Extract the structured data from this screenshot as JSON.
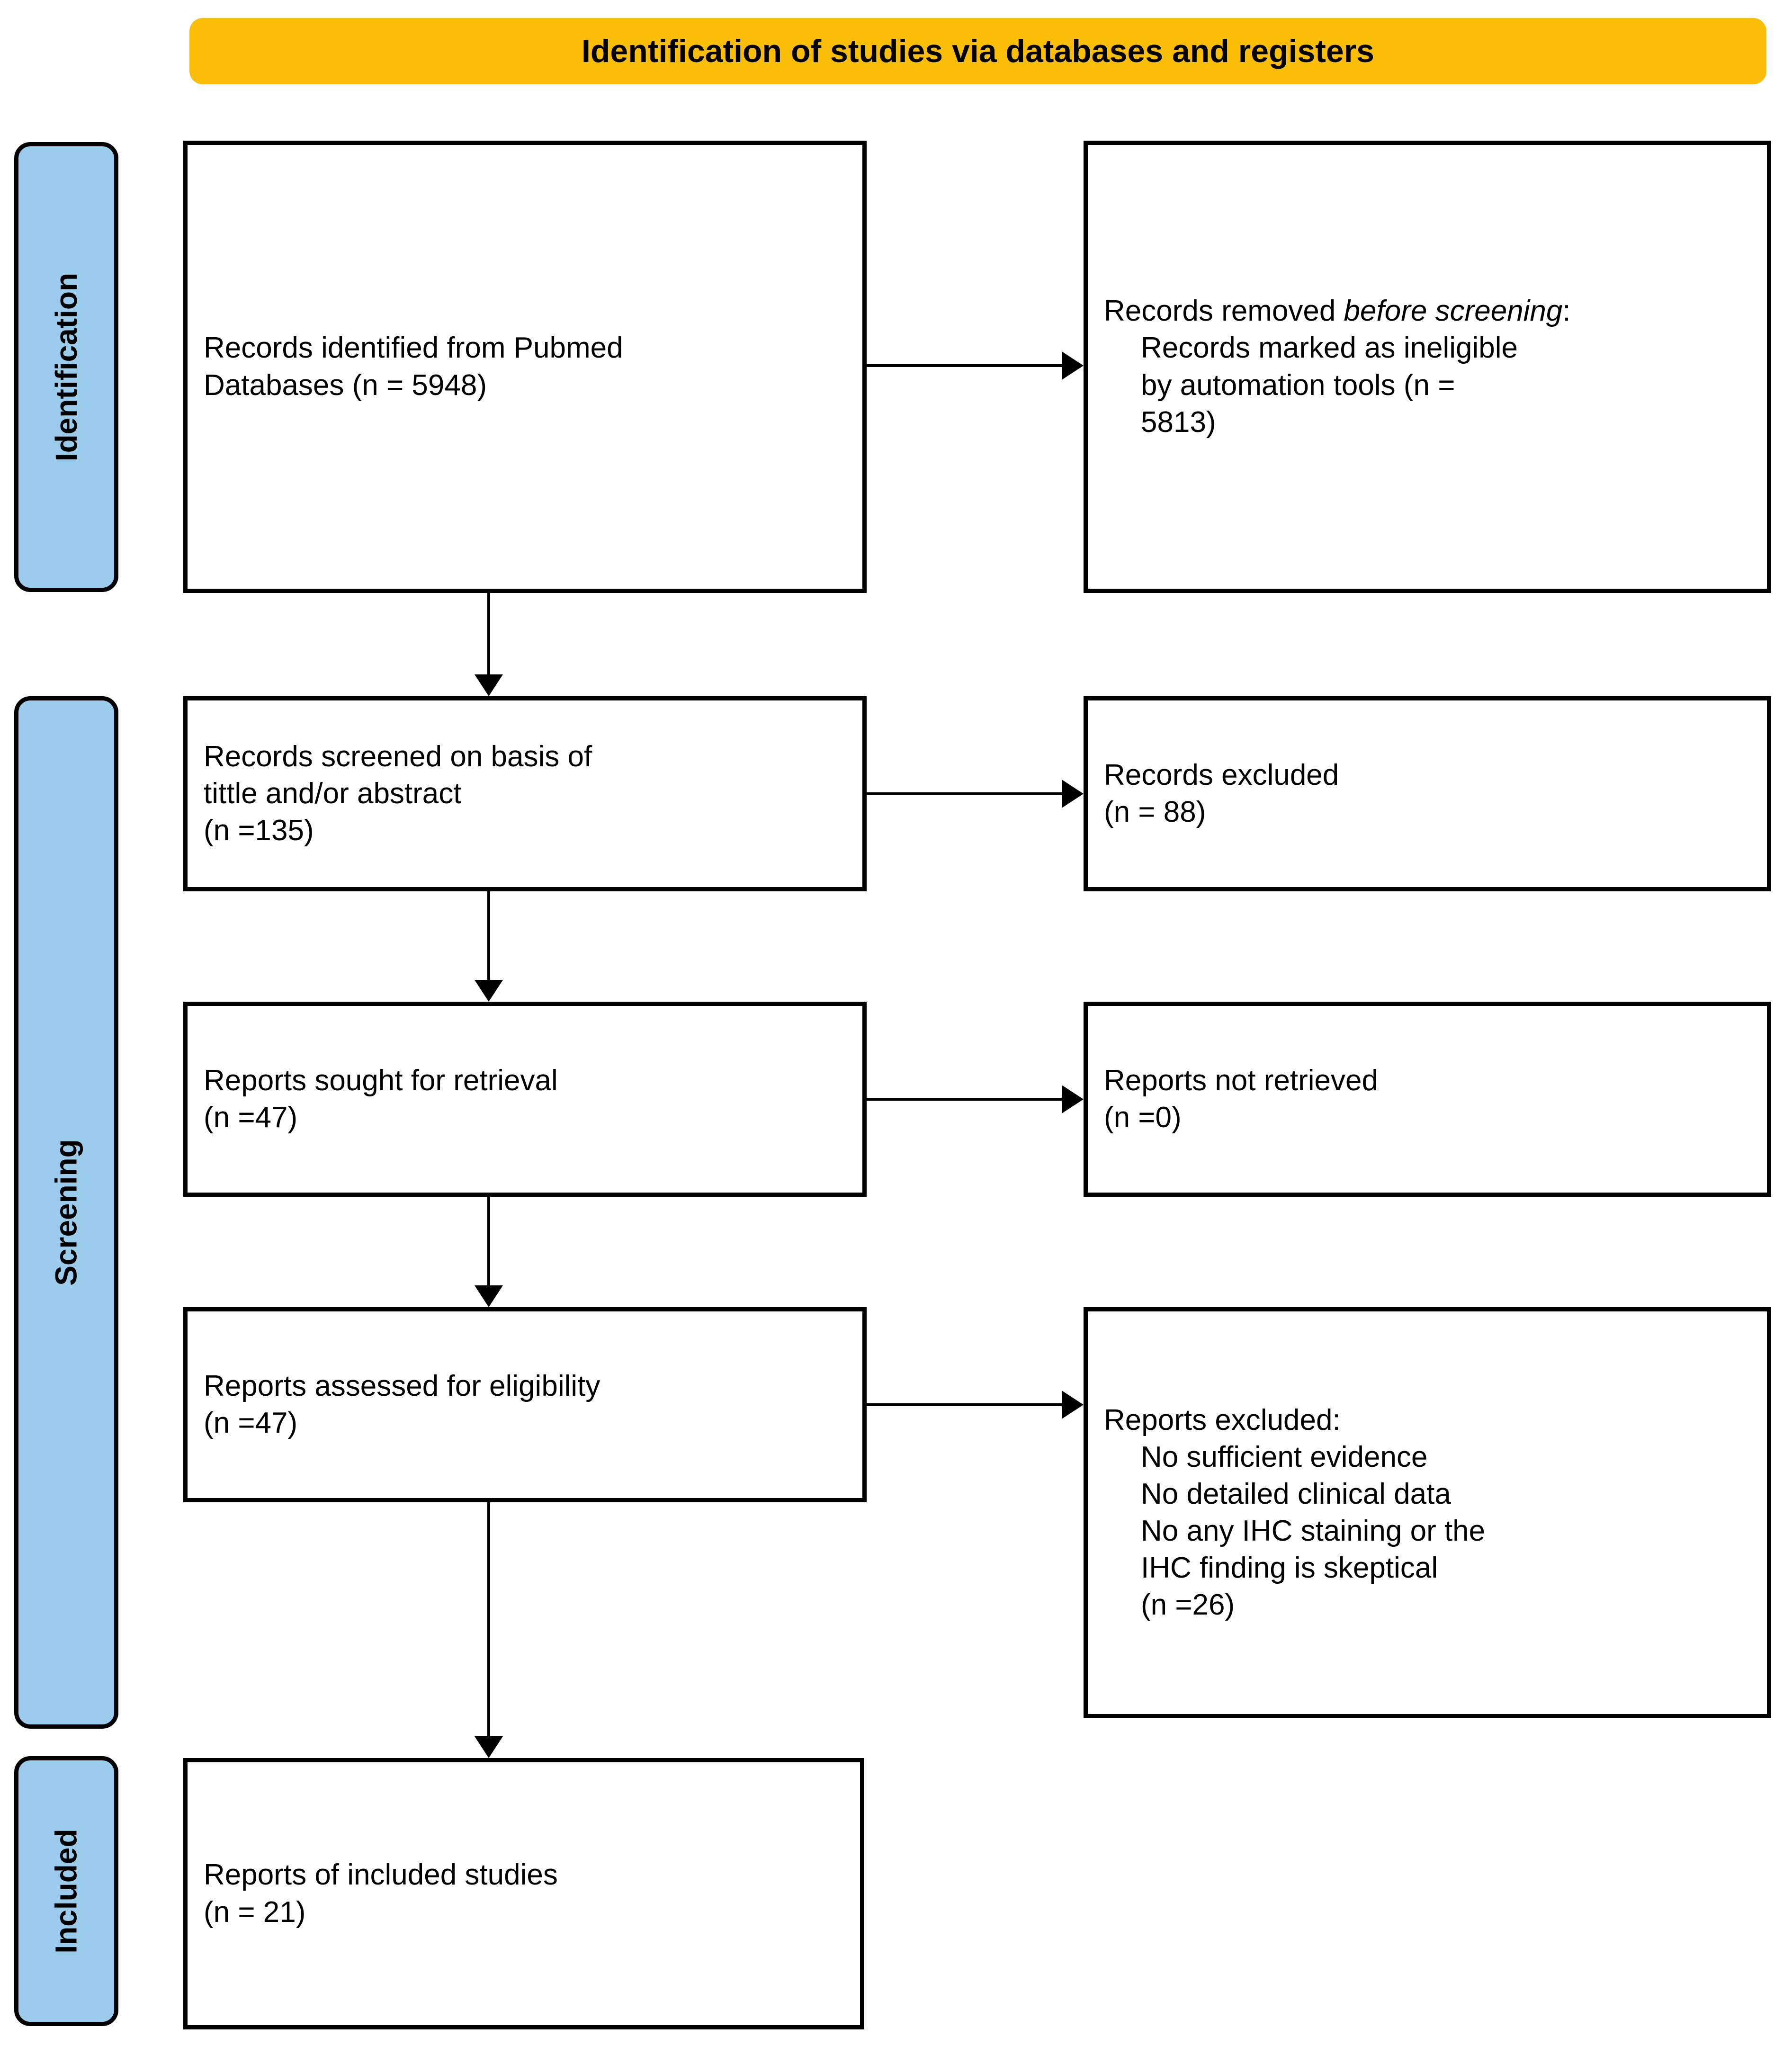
{
  "banner": {
    "title": "Identification of studies via databases and registers"
  },
  "stages": [
    {
      "key": "identification",
      "label": "Identification"
    },
    {
      "key": "screening",
      "label": "Screening"
    },
    {
      "key": "included",
      "label": "Included"
    }
  ],
  "boxes": {
    "identified": {
      "line1": "Records identified from Pubmed",
      "line2": "Databases (n = 5948)"
    },
    "removed": {
      "lead_prefix": "Records removed ",
      "lead_italic": "before screening",
      "lead_suffix": ":",
      "sub1": "Records marked as ineligible",
      "sub2": "by automation tools (n =",
      "sub3": "5813)"
    },
    "screened": {
      "line1": "Records screened on basis of",
      "line2": "tittle and/or abstract",
      "line3": "(n =135)"
    },
    "records_excluded": {
      "line1": "Records excluded",
      "line2": "(n = 88)"
    },
    "sought": {
      "line1": "Reports sought for retrieval",
      "line2": "(n =47)"
    },
    "not_retrieved": {
      "line1": "Reports not retrieved",
      "line2": "(n =0)"
    },
    "assessed": {
      "line1": "Reports assessed for eligibility",
      "line2": "(n =47)"
    },
    "reports_excluded": {
      "line1": "Reports excluded:",
      "sub1": "No sufficient evidence",
      "sub2": "No detailed clinical data",
      "sub3": "No any IHC staining or the",
      "sub4": "IHC finding is skeptical",
      "sub5": "(n =26)"
    },
    "included": {
      "line1": "Reports of included studies",
      "line2": "(n = 21)"
    }
  },
  "colors": {
    "banner_background": "#FBBE07",
    "stage_background": "#9BCCEB",
    "box_border": "#000000",
    "text": "#000000"
  },
  "chart_data": {
    "type": "diagram",
    "diagram_kind": "PRISMA 2020 flow diagram",
    "title": "Identification of studies via databases and registers",
    "nodes": [
      {
        "id": "identified",
        "stage": "Identification",
        "column": "left",
        "label": "Records identified from Pubmed Databases",
        "n": 5948
      },
      {
        "id": "removed",
        "stage": "Identification",
        "column": "right",
        "label": "Records removed before screening: Records marked as ineligible by automation tools",
        "n": 5813
      },
      {
        "id": "screened",
        "stage": "Screening",
        "column": "left",
        "label": "Records screened on basis of tittle and/or abstract",
        "n": 135
      },
      {
        "id": "records_excluded",
        "stage": "Screening",
        "column": "right",
        "label": "Records excluded",
        "n": 88
      },
      {
        "id": "sought",
        "stage": "Screening",
        "column": "left",
        "label": "Reports sought for retrieval",
        "n": 47
      },
      {
        "id": "not_retrieved",
        "stage": "Screening",
        "column": "right",
        "label": "Reports not retrieved",
        "n": 0
      },
      {
        "id": "assessed",
        "stage": "Screening",
        "column": "left",
        "label": "Reports assessed for eligibility",
        "n": 47
      },
      {
        "id": "reports_excluded",
        "stage": "Screening",
        "column": "right",
        "label": "Reports excluded: No sufficient evidence; No detailed clinical data; No any IHC staining or the IHC finding is skeptical",
        "n": 26
      },
      {
        "id": "included",
        "stage": "Included",
        "column": "left",
        "label": "Reports of included studies",
        "n": 21
      }
    ],
    "edges": [
      {
        "from": "identified",
        "to": "removed",
        "direction": "right"
      },
      {
        "from": "identified",
        "to": "screened",
        "direction": "down"
      },
      {
        "from": "screened",
        "to": "records_excluded",
        "direction": "right"
      },
      {
        "from": "screened",
        "to": "sought",
        "direction": "down"
      },
      {
        "from": "sought",
        "to": "not_retrieved",
        "direction": "right"
      },
      {
        "from": "sought",
        "to": "assessed",
        "direction": "down"
      },
      {
        "from": "assessed",
        "to": "reports_excluded",
        "direction": "right"
      },
      {
        "from": "assessed",
        "to": "included",
        "direction": "down"
      }
    ]
  }
}
